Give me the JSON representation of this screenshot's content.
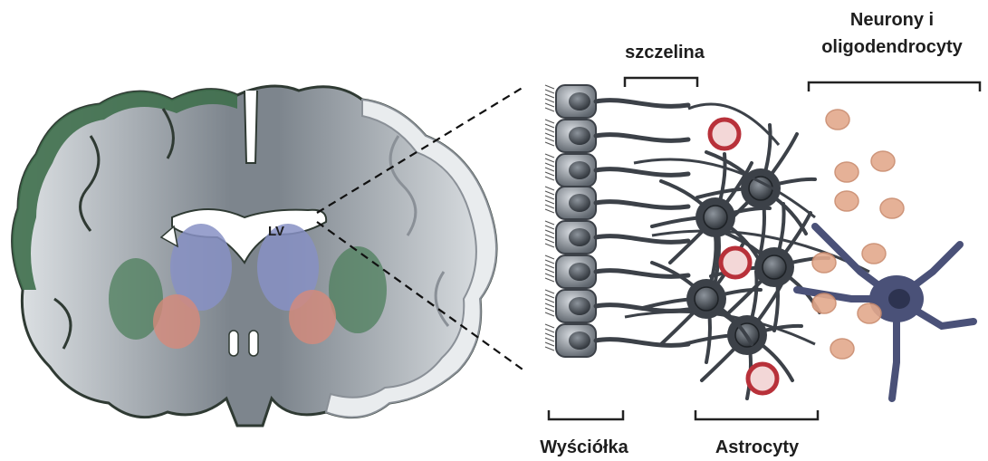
{
  "labels": {
    "lv": "LV",
    "gap": "szczelina",
    "neurons_line1": "Neurony i",
    "neurons_line2": "oligodendrocyty",
    "ependyma": "Wyściółka",
    "astrocytes": "Astrocyty"
  },
  "colors": {
    "cortex_green": "#3f6f4c",
    "white_matter": "#e8ebed",
    "grey_matter": "#9aa2aa",
    "ventricle_blue": "#8790c4",
    "basal_red": "#d68a7a",
    "cell_dark": "#3c4148",
    "neuron_blue": "#4a5178",
    "vessel_red": "#b8313a",
    "oligo_orange": "#e3a98c"
  }
}
